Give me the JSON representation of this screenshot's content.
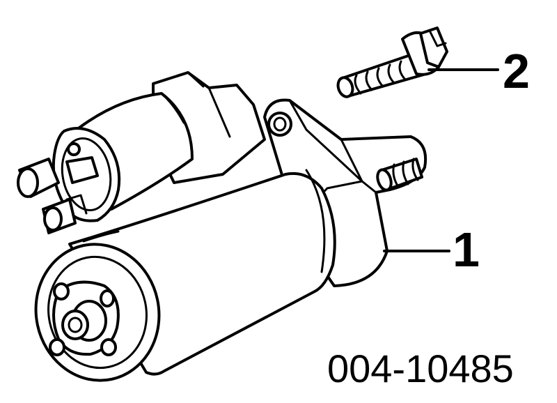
{
  "diagram": {
    "parts": [
      {
        "callout": "1",
        "name": "starter-motor"
      },
      {
        "callout": "2",
        "name": "mounting-bolt"
      }
    ],
    "part_code": "004-10485"
  }
}
